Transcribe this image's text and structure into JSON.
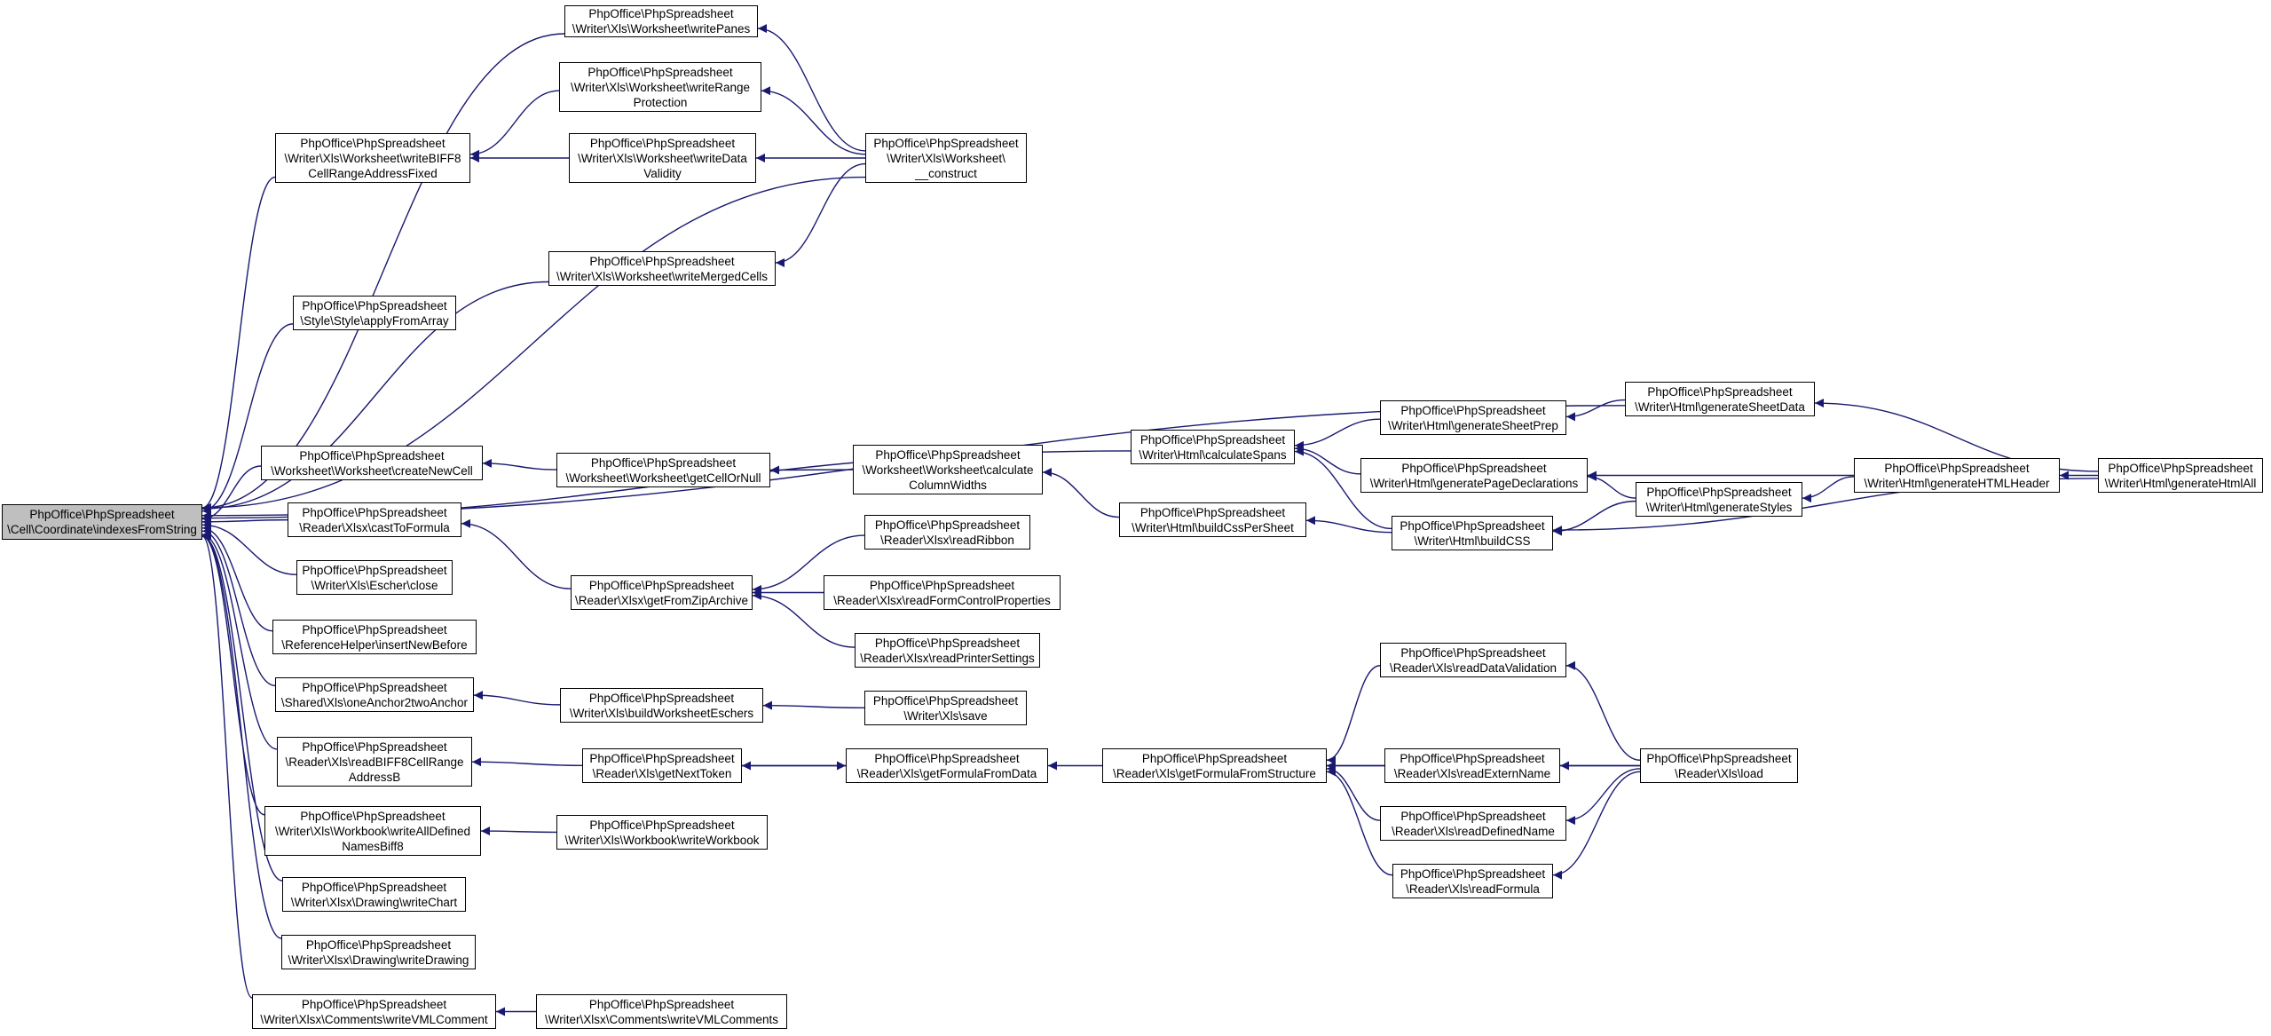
{
  "colors": {
    "edge": "#191970",
    "root_fill": "#bfbfbf",
    "node_fill": "#ffffff",
    "border": "#000000"
  },
  "nodes": [
    {
      "id": "root",
      "root": true,
      "lines": [
        "PhpOffice\\PhpSpreadsheet",
        "\\Cell\\Coordinate\\indexesFromString"
      ]
    },
    {
      "id": "writePanes",
      "lines": [
        "PhpOffice\\PhpSpreadsheet",
        "\\Writer\\Xls\\Worksheet\\writePanes"
      ]
    },
    {
      "id": "writeRangeProtection",
      "lines": [
        "PhpOffice\\PhpSpreadsheet",
        "\\Writer\\Xls\\Worksheet\\writeRange",
        "Protection"
      ]
    },
    {
      "id": "writeBIFF8",
      "lines": [
        "PhpOffice\\PhpSpreadsheet",
        "\\Writer\\Xls\\Worksheet\\writeBIFF8",
        "CellRangeAddressFixed"
      ]
    },
    {
      "id": "writeDataValidity",
      "lines": [
        "PhpOffice\\PhpSpreadsheet",
        "\\Writer\\Xls\\Worksheet\\writeData",
        "Validity"
      ]
    },
    {
      "id": "xlsWorksheetConstruct",
      "lines": [
        "PhpOffice\\PhpSpreadsheet",
        "\\Writer\\Xls\\Worksheet\\",
        "__construct"
      ]
    },
    {
      "id": "writeMergedCells",
      "lines": [
        "PhpOffice\\PhpSpreadsheet",
        "\\Writer\\Xls\\Worksheet\\writeMergedCells"
      ]
    },
    {
      "id": "applyFromArray",
      "lines": [
        "PhpOffice\\PhpSpreadsheet",
        "\\Style\\Style\\applyFromArray"
      ]
    },
    {
      "id": "generateSheetData",
      "lines": [
        "PhpOffice\\PhpSpreadsheet",
        "\\Writer\\Html\\generateSheetData"
      ]
    },
    {
      "id": "calculateSpans",
      "lines": [
        "PhpOffice\\PhpSpreadsheet",
        "\\Writer\\Html\\calculateSpans"
      ]
    },
    {
      "id": "generateSheetPrep",
      "lines": [
        "PhpOffice\\PhpSpreadsheet",
        "\\Writer\\Html\\generateSheetPrep"
      ]
    },
    {
      "id": "createNewCell",
      "lines": [
        "PhpOffice\\PhpSpreadsheet",
        "\\Worksheet\\Worksheet\\createNewCell"
      ]
    },
    {
      "id": "getCellOrNull",
      "lines": [
        "PhpOffice\\PhpSpreadsheet",
        "\\Worksheet\\Worksheet\\getCellOrNull"
      ]
    },
    {
      "id": "calculateColumnWidths",
      "lines": [
        "PhpOffice\\PhpSpreadsheet",
        "\\Worksheet\\Worksheet\\calculate",
        "ColumnWidths"
      ]
    },
    {
      "id": "generatePageDeclarations",
      "lines": [
        "PhpOffice\\PhpSpreadsheet",
        "\\Writer\\Html\\generatePageDeclarations"
      ]
    },
    {
      "id": "generateHTMLHeader",
      "lines": [
        "PhpOffice\\PhpSpreadsheet",
        "\\Writer\\Html\\generateHTMLHeader"
      ]
    },
    {
      "id": "generateHtmlAll",
      "lines": [
        "PhpOffice\\PhpSpreadsheet",
        "\\Writer\\Html\\generateHtmlAll"
      ]
    },
    {
      "id": "generateStyles",
      "lines": [
        "PhpOffice\\PhpSpreadsheet",
        "\\Writer\\Html\\generateStyles"
      ]
    },
    {
      "id": "buildCssPerSheet",
      "lines": [
        "PhpOffice\\PhpSpreadsheet",
        "\\Writer\\Html\\buildCssPerSheet"
      ]
    },
    {
      "id": "buildCSS",
      "lines": [
        "PhpOffice\\PhpSpreadsheet",
        "\\Writer\\Html\\buildCSS"
      ]
    },
    {
      "id": "castToFormula",
      "lines": [
        "PhpOffice\\PhpSpreadsheet",
        "\\Reader\\Xlsx\\castToFormula"
      ]
    },
    {
      "id": "readRibbon",
      "lines": [
        "PhpOffice\\PhpSpreadsheet",
        "\\Reader\\Xlsx\\readRibbon"
      ]
    },
    {
      "id": "escherClose",
      "lines": [
        "PhpOffice\\PhpSpreadsheet",
        "\\Writer\\Xls\\Escher\\close"
      ]
    },
    {
      "id": "getFromZipArchive",
      "lines": [
        "PhpOffice\\PhpSpreadsheet",
        "\\Reader\\Xlsx\\getFromZipArchive"
      ]
    },
    {
      "id": "readFormControlProperties",
      "lines": [
        "PhpOffice\\PhpSpreadsheet",
        "\\Reader\\Xlsx\\readFormControlProperties"
      ]
    },
    {
      "id": "insertNewBefore",
      "lines": [
        "PhpOffice\\PhpSpreadsheet",
        "\\ReferenceHelper\\insertNewBefore"
      ]
    },
    {
      "id": "readPrinterSettings",
      "lines": [
        "PhpOffice\\PhpSpreadsheet",
        "\\Reader\\Xlsx\\readPrinterSettings"
      ]
    },
    {
      "id": "readDataValidation",
      "lines": [
        "PhpOffice\\PhpSpreadsheet",
        "\\Reader\\Xls\\readDataValidation"
      ]
    },
    {
      "id": "oneAnchor2twoAnchor",
      "lines": [
        "PhpOffice\\PhpSpreadsheet",
        "\\Shared\\Xls\\oneAnchor2twoAnchor"
      ]
    },
    {
      "id": "buildWorksheetEschers",
      "lines": [
        "PhpOffice\\PhpSpreadsheet",
        "\\Writer\\Xls\\buildWorksheetEschers"
      ]
    },
    {
      "id": "xlsSave",
      "lines": [
        "PhpOffice\\PhpSpreadsheet",
        "\\Writer\\Xls\\save"
      ]
    },
    {
      "id": "readBIFF8CellRange",
      "lines": [
        "PhpOffice\\PhpSpreadsheet",
        "\\Reader\\Xls\\readBIFF8CellRange",
        "AddressB"
      ]
    },
    {
      "id": "getNextToken",
      "lines": [
        "PhpOffice\\PhpSpreadsheet",
        "\\Reader\\Xls\\getNextToken"
      ]
    },
    {
      "id": "getFormulaFromData",
      "lines": [
        "PhpOffice\\PhpSpreadsheet",
        "\\Reader\\Xls\\getFormulaFromData"
      ]
    },
    {
      "id": "getFormulaFromStructure",
      "lines": [
        "PhpOffice\\PhpSpreadsheet",
        "\\Reader\\Xls\\getFormulaFromStructure"
      ]
    },
    {
      "id": "readExternName",
      "lines": [
        "PhpOffice\\PhpSpreadsheet",
        "\\Reader\\Xls\\readExternName"
      ]
    },
    {
      "id": "xlsLoad",
      "lines": [
        "PhpOffice\\PhpSpreadsheet",
        "\\Reader\\Xls\\load"
      ]
    },
    {
      "id": "readDefinedName",
      "lines": [
        "PhpOffice\\PhpSpreadsheet",
        "\\Reader\\Xls\\readDefinedName"
      ]
    },
    {
      "id": "writeAllDefinedNames",
      "lines": [
        "PhpOffice\\PhpSpreadsheet",
        "\\Writer\\Xls\\Workbook\\writeAllDefined",
        "NamesBiff8"
      ]
    },
    {
      "id": "writeWorkbook",
      "lines": [
        "PhpOffice\\PhpSpreadsheet",
        "\\Writer\\Xls\\Workbook\\writeWorkbook"
      ]
    },
    {
      "id": "readFormula",
      "lines": [
        "PhpOffice\\PhpSpreadsheet",
        "\\Reader\\Xls\\readFormula"
      ]
    },
    {
      "id": "writeChart",
      "lines": [
        "PhpOffice\\PhpSpreadsheet",
        "\\Writer\\Xlsx\\Drawing\\writeChart"
      ]
    },
    {
      "id": "writeDrawing",
      "lines": [
        "PhpOffice\\PhpSpreadsheet",
        "\\Writer\\Xlsx\\Drawing\\writeDrawing"
      ]
    },
    {
      "id": "writeVMLComment",
      "lines": [
        "PhpOffice\\PhpSpreadsheet",
        "\\Writer\\Xlsx\\Comments\\writeVMLComment"
      ]
    },
    {
      "id": "writeVMLComments",
      "lines": [
        "PhpOffice\\PhpSpreadsheet",
        "\\Writer\\Xlsx\\Comments\\writeVMLComments"
      ]
    }
  ],
  "edges": [
    [
      "writePanes",
      "root"
    ],
    [
      "writeBIFF8",
      "root"
    ],
    [
      "xlsWorksheetConstruct",
      "root"
    ],
    [
      "writeMergedCells",
      "root"
    ],
    [
      "applyFromArray",
      "root"
    ],
    [
      "generateSheetData",
      "root"
    ],
    [
      "calculateSpans",
      "root"
    ],
    [
      "createNewCell",
      "root"
    ],
    [
      "castToFormula",
      "root"
    ],
    [
      "escherClose",
      "root"
    ],
    [
      "insertNewBefore",
      "root"
    ],
    [
      "oneAnchor2twoAnchor",
      "root"
    ],
    [
      "readBIFF8CellRange",
      "root"
    ],
    [
      "writeAllDefinedNames",
      "root"
    ],
    [
      "writeChart",
      "root"
    ],
    [
      "writeDrawing",
      "root"
    ],
    [
      "writeVMLComment",
      "root"
    ],
    [
      "xlsWorksheetConstruct",
      "writePanes"
    ],
    [
      "xlsWorksheetConstruct",
      "writeRangeProtection"
    ],
    [
      "xlsWorksheetConstruct",
      "writeDataValidity"
    ],
    [
      "xlsWorksheetConstruct",
      "writeMergedCells"
    ],
    [
      "writeRangeProtection",
      "writeBIFF8"
    ],
    [
      "writeDataValidity",
      "writeBIFF8"
    ],
    [
      "generateSheetPrep",
      "calculateSpans"
    ],
    [
      "generatePageDeclarations",
      "calculateSpans"
    ],
    [
      "buildCSS",
      "calculateSpans"
    ],
    [
      "generateSheetData",
      "generateSheetPrep"
    ],
    [
      "generateHtmlAll",
      "generateSheetData"
    ],
    [
      "generateHtmlAll",
      "generateHTMLHeader"
    ],
    [
      "generateHTMLHeader",
      "generatePageDeclarations"
    ],
    [
      "generateHTMLHeader",
      "generateStyles"
    ],
    [
      "generateStyles",
      "generatePageDeclarations"
    ],
    [
      "generateStyles",
      "buildCSS"
    ],
    [
      "generateHtmlAll",
      "buildCSS"
    ],
    [
      "buildCSS",
      "buildCssPerSheet"
    ],
    [
      "buildCssPerSheet",
      "calculateColumnWidths"
    ],
    [
      "calculateColumnWidths",
      "getCellOrNull"
    ],
    [
      "getCellOrNull",
      "createNewCell"
    ],
    [
      "getFromZipArchive",
      "castToFormula"
    ],
    [
      "readRibbon",
      "getFromZipArchive"
    ],
    [
      "readFormControlProperties",
      "getFromZipArchive"
    ],
    [
      "readPrinterSettings",
      "getFromZipArchive"
    ],
    [
      "buildWorksheetEschers",
      "oneAnchor2twoAnchor"
    ],
    [
      "xlsSave",
      "buildWorksheetEschers"
    ],
    [
      "getNextToken",
      "readBIFF8CellRange"
    ],
    [
      "getFormulaFromData",
      "getNextToken"
    ],
    [
      "getNextToken",
      "getFormulaFromData"
    ],
    [
      "getFormulaFromStructure",
      "getFormulaFromData"
    ],
    [
      "readDataValidation",
      "getFormulaFromStructure"
    ],
    [
      "readExternName",
      "getFormulaFromStructure"
    ],
    [
      "readDefinedName",
      "getFormulaFromStructure"
    ],
    [
      "readFormula",
      "getFormulaFromStructure"
    ],
    [
      "xlsLoad",
      "getFormulaFromStructure"
    ],
    [
      "xlsLoad",
      "readDataValidation"
    ],
    [
      "xlsLoad",
      "readExternName"
    ],
    [
      "xlsLoad",
      "readDefinedName"
    ],
    [
      "xlsLoad",
      "readFormula"
    ],
    [
      "writeWorkbook",
      "writeAllDefinedNames"
    ],
    [
      "writeVMLComments",
      "writeVMLComment"
    ]
  ]
}
